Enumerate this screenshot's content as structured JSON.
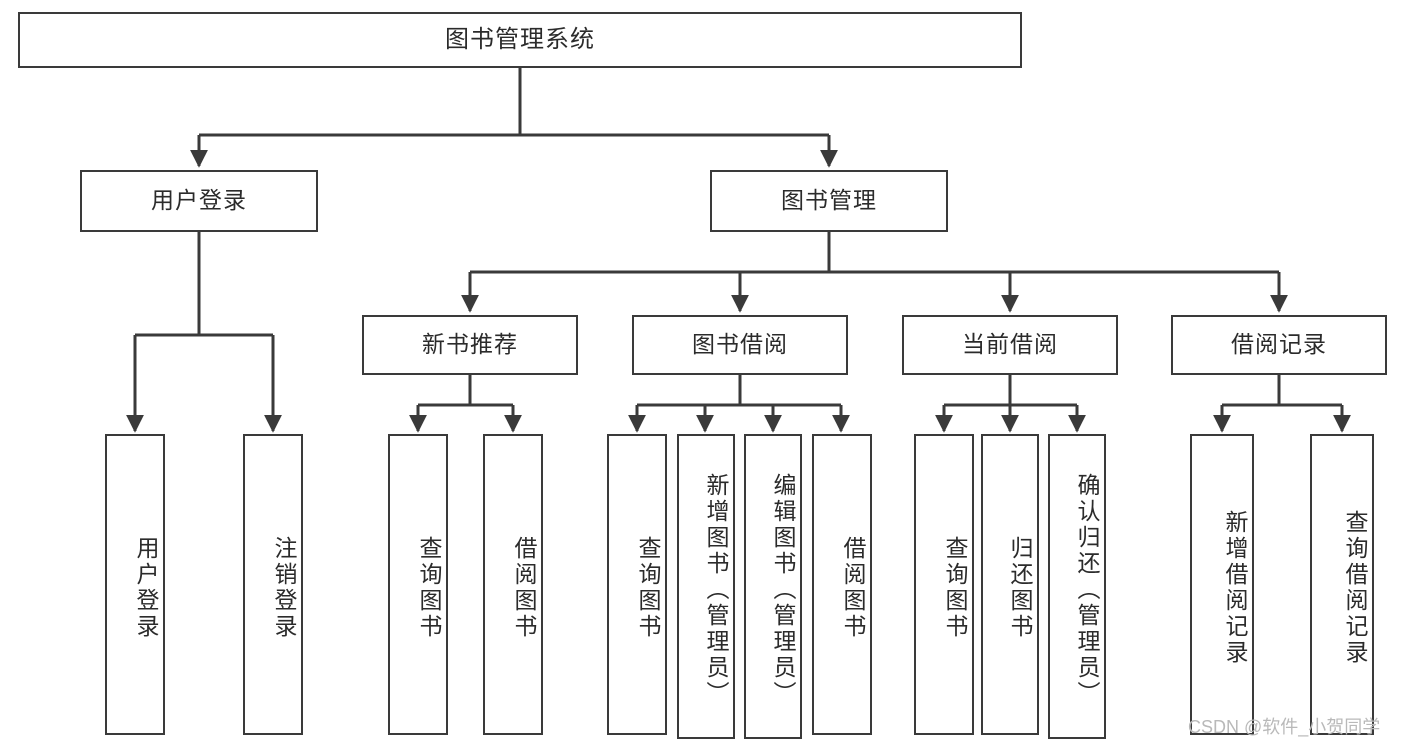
{
  "diagram": {
    "title": "图书管理系统",
    "type": "functional-structure-tree",
    "root": {
      "label": "图书管理系统"
    },
    "level2": [
      {
        "label": "用户登录"
      },
      {
        "label": "图书管理"
      }
    ],
    "level3": [
      {
        "label": "新书推荐"
      },
      {
        "label": "图书借阅"
      },
      {
        "label": "当前借阅"
      },
      {
        "label": "借阅记录"
      }
    ],
    "leaves": [
      {
        "label": "用户登录",
        "parent": "用户登录"
      },
      {
        "label": "注销登录",
        "parent": "用户登录"
      },
      {
        "label": "查询图书",
        "parent": "新书推荐"
      },
      {
        "label": "借阅图书",
        "parent": "新书推荐"
      },
      {
        "label": "查询图书",
        "parent": "图书借阅"
      },
      {
        "label": "新增图书（管理员）",
        "parent": "图书借阅"
      },
      {
        "label": "编辑图书（管理员）",
        "parent": "图书借阅"
      },
      {
        "label": "借阅图书",
        "parent": "图书借阅"
      },
      {
        "label": "查询图书",
        "parent": "当前借阅"
      },
      {
        "label": "归还图书",
        "parent": "当前借阅"
      },
      {
        "label": "确认归还（管理员）",
        "parent": "当前借阅"
      },
      {
        "label": "新增借阅记录",
        "parent": "借阅记录"
      },
      {
        "label": "查询借阅记录",
        "parent": "借阅记录"
      }
    ]
  },
  "watermark": {
    "text": "CSDN @软件_小贺同学"
  },
  "colors": {
    "stroke": "#3a3a3a",
    "box_fill": "#ffffff",
    "text": "#2b2b2b",
    "watermark": "#b9b9b9"
  }
}
